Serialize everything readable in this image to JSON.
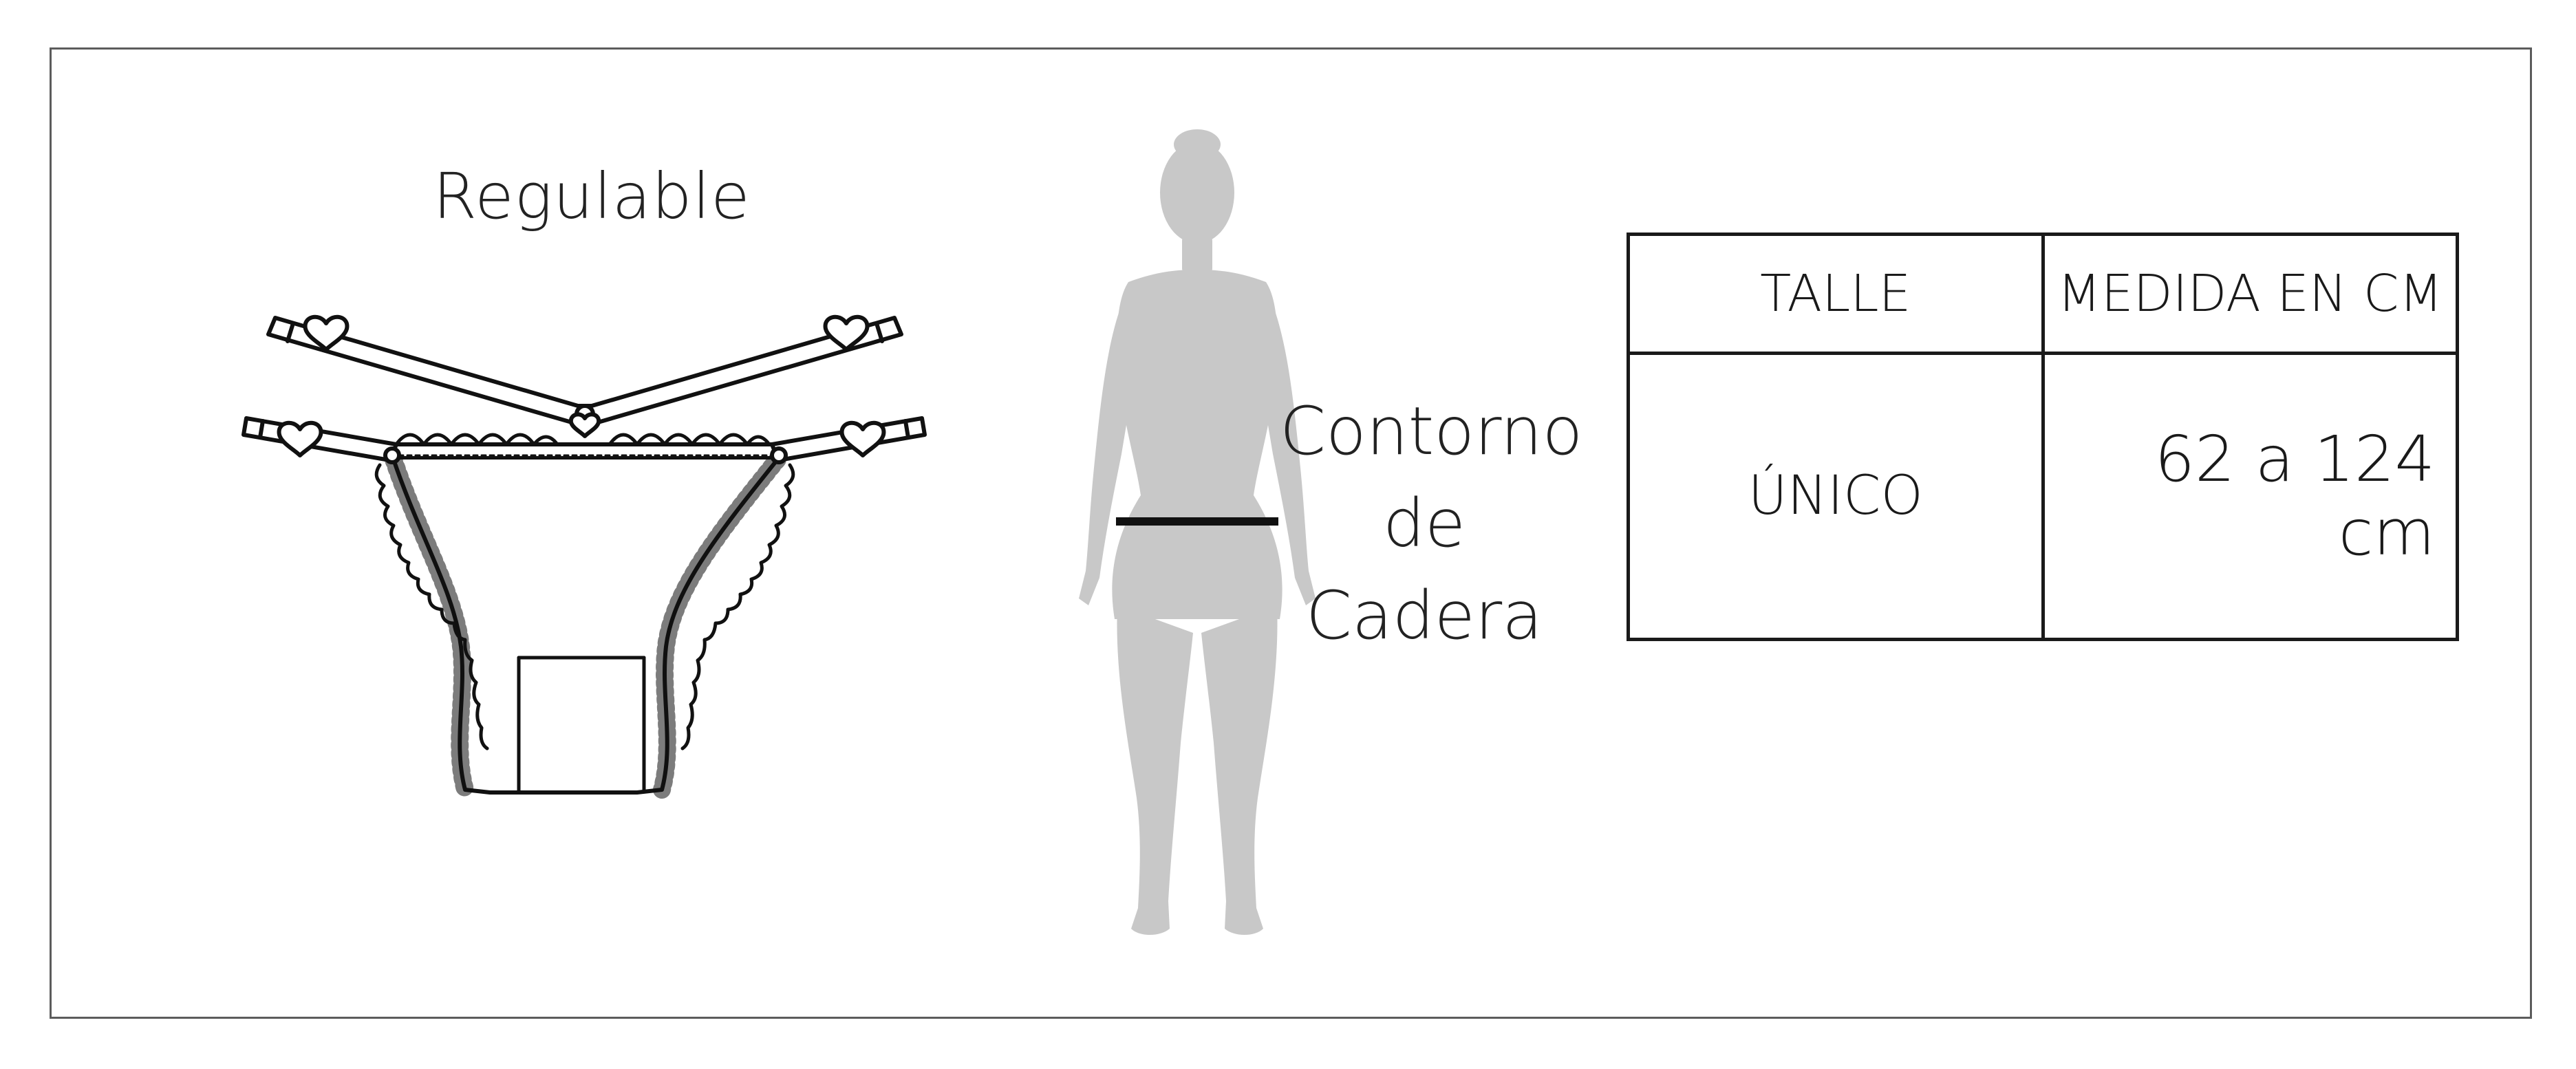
{
  "garment": {
    "label": "Regulable",
    "illustration": "thong-with-adjustable-double-straps-heart-sliders"
  },
  "figure": {
    "illustration": "female-silhouette-hip-measurement",
    "silhouette_color": "#c8c8c8",
    "measure_line_color": "#111111",
    "label_lines": [
      "Contorno",
      "de",
      "Cadera"
    ]
  },
  "size_table": {
    "headers": [
      "TALLE",
      "MEDIDA EN CM"
    ],
    "rows": [
      [
        "ÚNICO",
        "62 a 124 cm"
      ]
    ]
  }
}
